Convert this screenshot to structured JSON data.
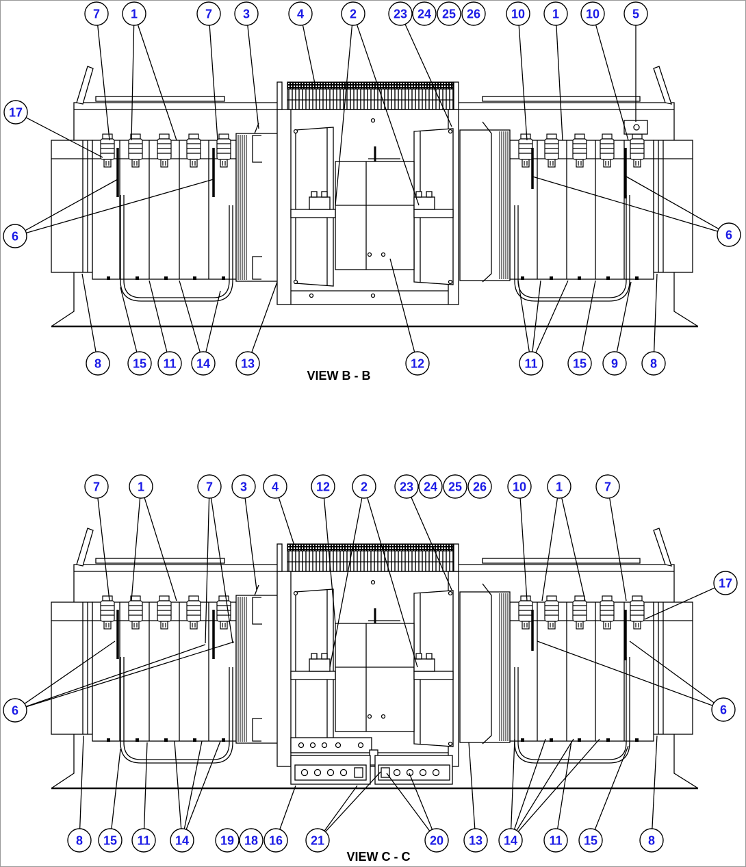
{
  "view_b": {
    "title": "VIEW B - B",
    "callouts": [
      "7",
      "1",
      "7",
      "3",
      "4",
      "2",
      "23",
      "24",
      "25",
      "26",
      "10",
      "1",
      "10",
      "5",
      "17",
      "6",
      "6",
      "8",
      "15",
      "11",
      "14",
      "13",
      "12",
      "11",
      "15",
      "9",
      "8"
    ]
  },
  "view_c": {
    "title": "VIEW C - C",
    "callouts": [
      "7",
      "1",
      "7",
      "3",
      "4",
      "12",
      "2",
      "23",
      "24",
      "25",
      "26",
      "10",
      "1",
      "7",
      "17",
      "6",
      "6",
      "8",
      "15",
      "11",
      "14",
      "19",
      "18",
      "16",
      "21",
      "20",
      "13",
      "14",
      "11",
      "15",
      "8"
    ]
  },
  "colors": {
    "callout_text": "#1a1ae6",
    "line": "#000000",
    "background": "#ffffff"
  }
}
